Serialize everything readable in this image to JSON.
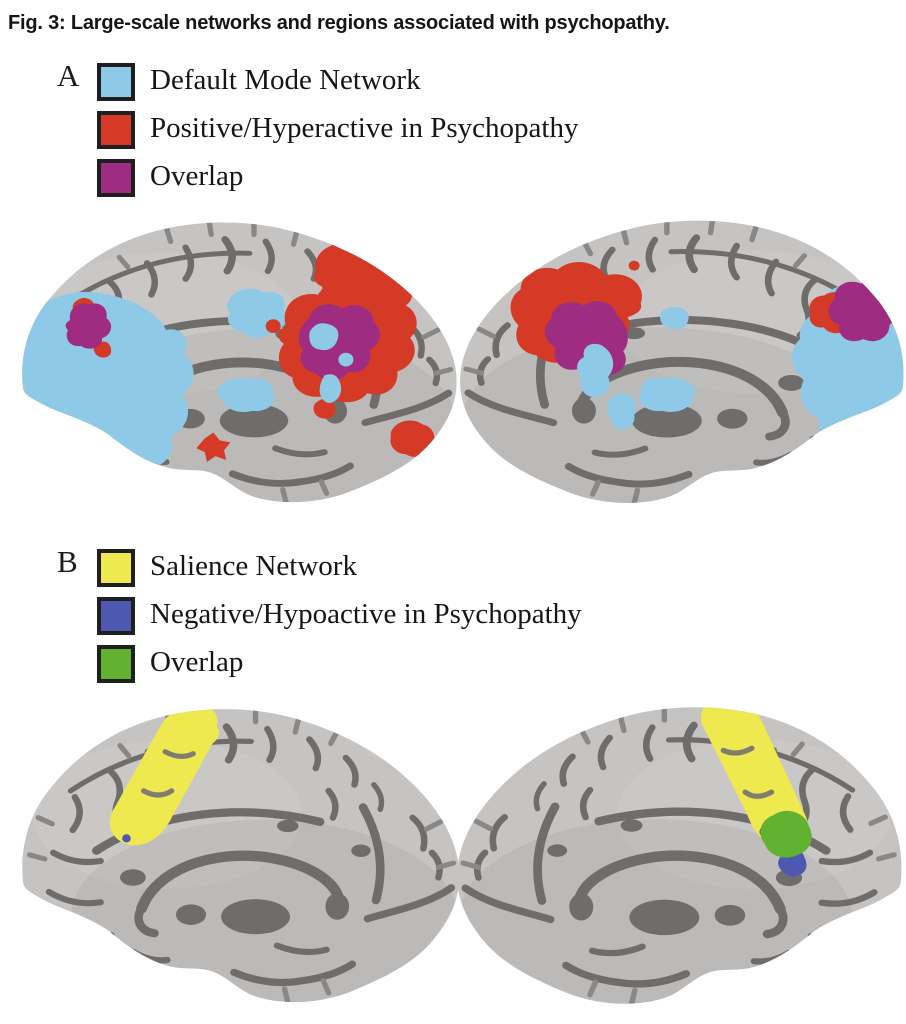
{
  "figure": {
    "title": "Fig. 3: Large-scale networks and regions associated with psychopathy."
  },
  "colors": {
    "dmn_blue": "#8FC9E8",
    "hyper_red": "#D53A26",
    "overlap_purple": "#9E2C80",
    "salience_yellow": "#EDE94E",
    "hypo_blue": "#4D58B0",
    "overlap_green": "#62B232",
    "cortex_gray": "#C6C4C2",
    "sulci_gray": "#6F6D6B",
    "swatch_border": "#1F1F1F"
  },
  "panelA": {
    "label": "A",
    "legend": [
      {
        "label": "Default Mode Network",
        "color": "#8FC9E8"
      },
      {
        "label": "Positive/Hyperactive in Psychopathy",
        "color": "#D53A26"
      },
      {
        "label": "Overlap",
        "color": "#9E2C80"
      }
    ]
  },
  "panelB": {
    "label": "B",
    "legend": [
      {
        "label": "Salience Network",
        "color": "#EDE94E"
      },
      {
        "label": "Negative/Hypoactive in Psychopathy",
        "color": "#4D58B0"
      },
      {
        "label": "Overlap",
        "color": "#62B232"
      }
    ]
  }
}
